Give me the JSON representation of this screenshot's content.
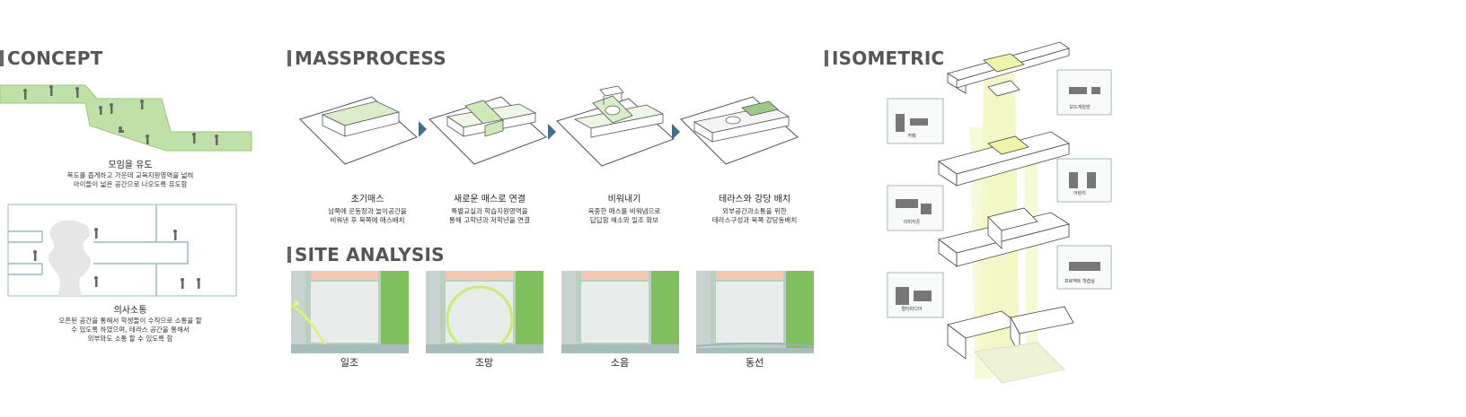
{
  "concept": {
    "title": "CONCEPT",
    "gathering": {
      "title": "모임을 유도",
      "desc_line1": "복도를 좁게하고 가운데 교육지원영역을 넓혀",
      "desc_line2": "아이들이 넓은 공간으로 나오도록 유도함"
    },
    "communication": {
      "title": "의사소통",
      "desc_line1": "오픈된 공간을 통해서 학생들이 수직으로 소통을 할",
      "desc_line2": "수 있도록 하였으며, 테라스 공간을 통해서",
      "desc_line3": "외부와도 소통 할 수 있도록 함"
    }
  },
  "massprocess": {
    "title": "MASSPROCESS",
    "steps": [
      {
        "title": "초기매스",
        "desc_line1": "남쪽에 운동장과 놀이공간을",
        "desc_line2": "비워낸 후 북쪽에 매스배치"
      },
      {
        "title": "새로운 매스로 연결",
        "desc_line1": "특별교실과 학습지원영역을",
        "desc_line2": "통해 고학년과 저학년을 연결"
      },
      {
        "title": "비워내기",
        "desc_line1": "육중한 매스를 비워냄으로",
        "desc_line2": "답답함 해소와 일조 확보"
      },
      {
        "title": "테라스와 강당 배치",
        "desc_line1": "외부공간과소통을 위한",
        "desc_line2": "테라스구성과 북쪽 강당동배치"
      }
    ]
  },
  "site_analysis": {
    "title": "SITE ANALYSIS",
    "labels": [
      "일조",
      "조망",
      "소음",
      "동선"
    ]
  },
  "isometric": {
    "title": "ISOMETRIC",
    "labels": [
      "보드게임방",
      "카페",
      "어린이",
      "이미지존",
      "프로젝트 학습실",
      "멀티미디어"
    ]
  },
  "colors": {
    "green": "#a8d08d",
    "light_green": "#d6ecc2",
    "arrow": "#3f6f8c",
    "iso_highlight": "#eef5a8"
  }
}
